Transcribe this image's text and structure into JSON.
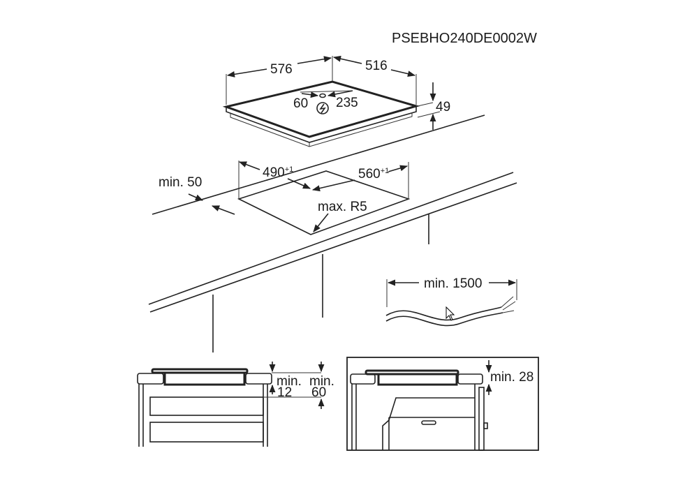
{
  "model_code": "PSEBHO240DE0002W",
  "hob": {
    "width": "576",
    "depth": "516",
    "height": "49",
    "conn_offset": "60",
    "conn_distance": "235"
  },
  "cutout": {
    "width": "490",
    "width_tol": "+1",
    "depth": "560",
    "depth_tol": "+1",
    "radius": "max. R5",
    "front_distance": "min. 50"
  },
  "cable": {
    "length": "min. 1500"
  },
  "section_drawers": {
    "gap_label1": "min.",
    "gap_value1": "12",
    "gap_label2": "min.",
    "gap_value2": "60"
  },
  "section_oven": {
    "gap": "min. 28"
  }
}
